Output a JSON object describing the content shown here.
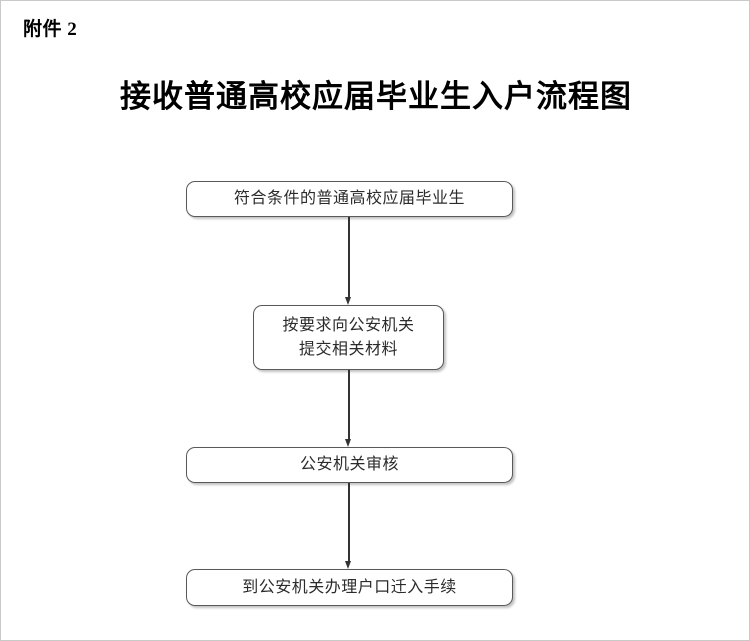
{
  "document": {
    "attachment_label": "附件 2",
    "title": "接收普通高校应届毕业生入户流程图"
  },
  "flowchart": {
    "type": "flowchart",
    "orientation": "vertical-top-down",
    "node_shape": "rounded-rectangle",
    "nodes": [
      {
        "id": "node-1",
        "lines": [
          "符合条件的普通高校应届毕业生"
        ],
        "text": "符合条件的普通高校应届毕业生"
      },
      {
        "id": "node-2",
        "lines": [
          "按要求向公安机关",
          "提交相关材料"
        ],
        "text": "按要求向公安机关提交相关材料"
      },
      {
        "id": "node-3",
        "lines": [
          "公安机关审核"
        ],
        "text": "公安机关审核"
      },
      {
        "id": "node-4",
        "lines": [
          "到公安机关办理户口迁入手续"
        ],
        "text": "到公安机关办理户口迁入手续"
      }
    ],
    "edges": [
      {
        "id": "conn-1",
        "from": "node-1",
        "to": "node-2",
        "label": "",
        "arrow": "down-arrow"
      },
      {
        "id": "conn-2",
        "from": "node-2",
        "to": "node-3",
        "label": "",
        "arrow": "down-arrow"
      },
      {
        "id": "conn-3",
        "from": "node-3",
        "to": "node-4",
        "label": "",
        "arrow": "down-arrow"
      }
    ]
  },
  "colors": {
    "page_background": "#ffffff",
    "page_border": "#c9c9c9",
    "node_border": "#595959",
    "node_fill": "#ffffff",
    "node_text": "#2b2b2b",
    "title_text": "#000000",
    "arrow": "#333333"
  }
}
